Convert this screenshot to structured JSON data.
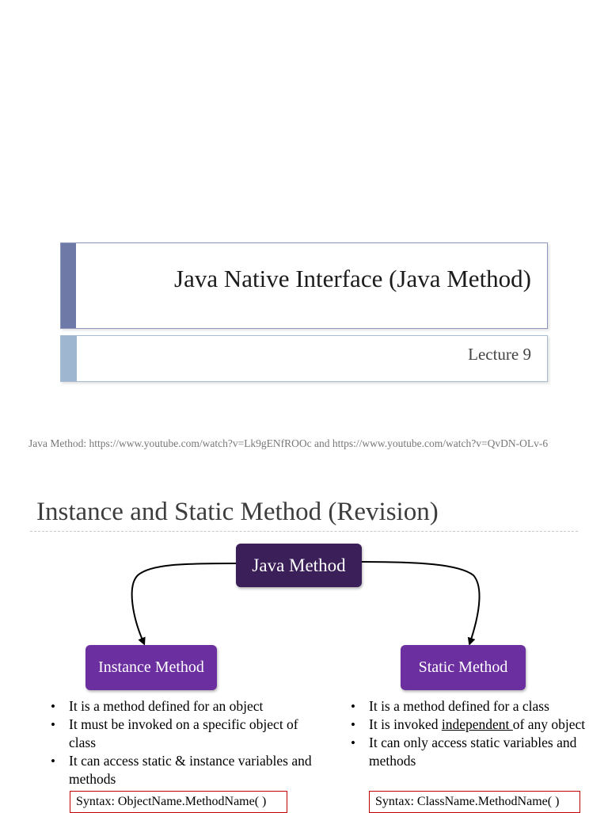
{
  "slide1": {
    "title": "Java Native Interface (Java Method)",
    "subtitle": "Lecture 9",
    "note": "Java Method: https://www.youtube.com/watch?v=Lk9gENfROOc and https://www.youtube.com/watch?v=QvDN-OLv-6"
  },
  "slide2": {
    "title": "Instance and Static Method (Revision)",
    "diagram": {
      "root": "Java Method",
      "left": "Instance Method",
      "right": "Static Method"
    },
    "instance_bullets": [
      "It is a method defined for an object",
      "It must be invoked on a specific object of class",
      "It can access static & instance variables and methods"
    ],
    "static_bullets": {
      "b1": "It is a method defined for a class",
      "b2_pre": "It is invoked ",
      "b2_underlined": "independent ",
      "b2_post": "of any object",
      "b3": "It can only access static variables and methods"
    },
    "instance_syntax": "Syntax:  ObjectName.MethodName( )",
    "static_syntax": "Syntax:  ClassName.MethodName( )"
  },
  "colors": {
    "title_accent": "#6e79a7",
    "subtitle_accent": "#9eb6cf",
    "root_box": "#3b1f58",
    "child_box": "#6b2fa0",
    "syntax_border": "#c00000"
  }
}
